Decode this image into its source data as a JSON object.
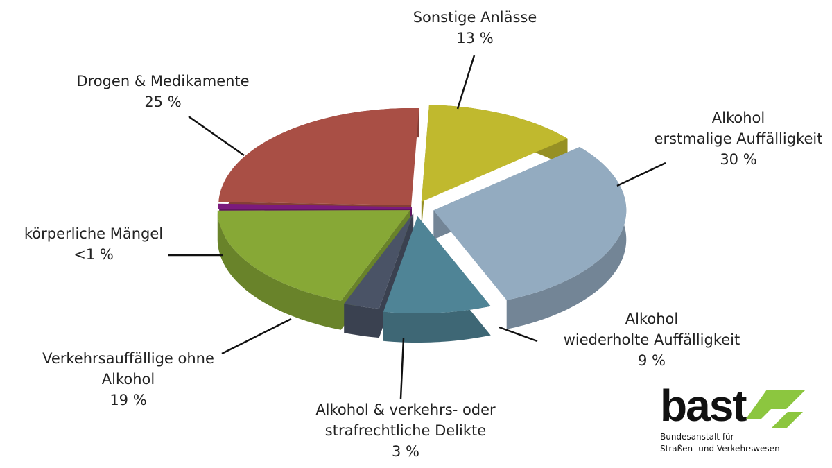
{
  "chart_data": {
    "type": "pie",
    "style": "3d-exploded",
    "title": "",
    "slices": [
      {
        "name": "Sonstige Anlässe",
        "label_lines": [
          "Sonstige Anlässe"
        ],
        "value_label": "13 %",
        "value": 13,
        "color": "#c0b92e"
      },
      {
        "name": "Alkohol erstmalige Auffälligkeit",
        "label_lines": [
          "Alkohol",
          "erstmalige Auffälligkeit"
        ],
        "value_label": "30 %",
        "value": 30,
        "color": "#93abc0"
      },
      {
        "name": "Alkohol wiederholte Auffälligkeit",
        "label_lines": [
          "Alkohol",
          "wiederholte Auffälligkeit"
        ],
        "value_label": "9  %",
        "value": 9,
        "color": "#4f8496"
      },
      {
        "name": "Alkohol & verkehrs- oder strafrechtliche Delikte",
        "label_lines": [
          "Alkohol & verkehrs- oder",
          "strafrechtliche Delikte"
        ],
        "value_label": "3 %",
        "value": 3,
        "color": "#4a5366"
      },
      {
        "name": "Verkehrsauffällige ohne Alkohol",
        "label_lines": [
          "Verkehrsauffällige ohne",
          "Alkohol"
        ],
        "value_label": "19 %",
        "value": 19,
        "color": "#87a836"
      },
      {
        "name": "körperliche Mängel",
        "label_lines": [
          "körperliche Mängel"
        ],
        "value_label": "<1 %",
        "value": 0.6,
        "color": "#7b1a7d"
      },
      {
        "name": "Drogen & Medikamente",
        "label_lines": [
          "Drogen & Medikamente"
        ],
        "value_label": "25 %",
        "value": 25,
        "color": "#a94f45"
      }
    ]
  },
  "logo": {
    "word": "bast",
    "line1": "Bundesanstalt für",
    "line2": "Straßen- und Verkehrswesen",
    "accent": "#8cc63f"
  }
}
